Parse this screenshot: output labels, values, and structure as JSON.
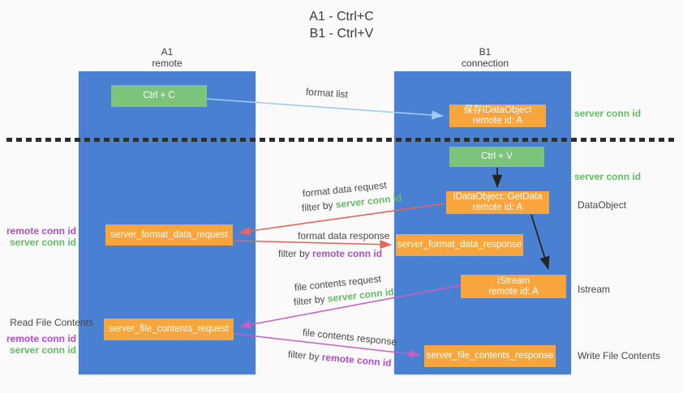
{
  "title": {
    "line1": "A1 - Ctrl+C",
    "line2": "B1 - Ctrl+V"
  },
  "lanes": {
    "left": {
      "name": "A1",
      "role": "remote"
    },
    "right": {
      "name": "B1",
      "role": "connection"
    }
  },
  "nodes": {
    "ctrl_c": {
      "label": "Ctrl + C"
    },
    "ctrl_v": {
      "label": "Ctrl + V"
    },
    "save_dataobject": {
      "line1": "保存IDataObject",
      "line2": "remote id: A"
    },
    "getdata": {
      "line1": "IDataObject::GetData",
      "line2": "remote id: A"
    },
    "istream": {
      "line1": "IStream",
      "line2": "remote id: A"
    },
    "format_request": {
      "label": "server_format_data_request"
    },
    "format_response": {
      "label": "server_format_data_response"
    },
    "file_request": {
      "label": "server_file_contents_request"
    },
    "file_response": {
      "label": "server_file_contents_response"
    }
  },
  "flow_labels": {
    "format_list": "format list",
    "format_data_request": "format data request",
    "format_data_response": "format data response",
    "file_contents_request": "file contents request",
    "file_contents_response": "file contents response",
    "filter_by": "filter by",
    "server_conn_id": "server conn id",
    "remote_conn_id": "remote conn id"
  },
  "side_labels": {
    "server_conn_id_top": "server conn id",
    "server_conn_id_mid": "server conn id",
    "dataobject": "DataObject",
    "istream": "Istream",
    "write_file_contents": "Write File Contents",
    "read_file_contents": "Read File Contents",
    "remote_conn_id": "remote conn id",
    "server_conn_id": "server conn id"
  },
  "colors": {
    "lane_blue": "#4a80d2",
    "box_green": "#7cc47c",
    "box_orange": "#f8a53e",
    "text_green": "#64bd64",
    "text_purple": "#b24ccb",
    "arrow_light_blue": "#9ecdf0",
    "arrow_red": "#ea635c",
    "arrow_magenta": "#c95fc4",
    "arrow_black": "#242424"
  }
}
